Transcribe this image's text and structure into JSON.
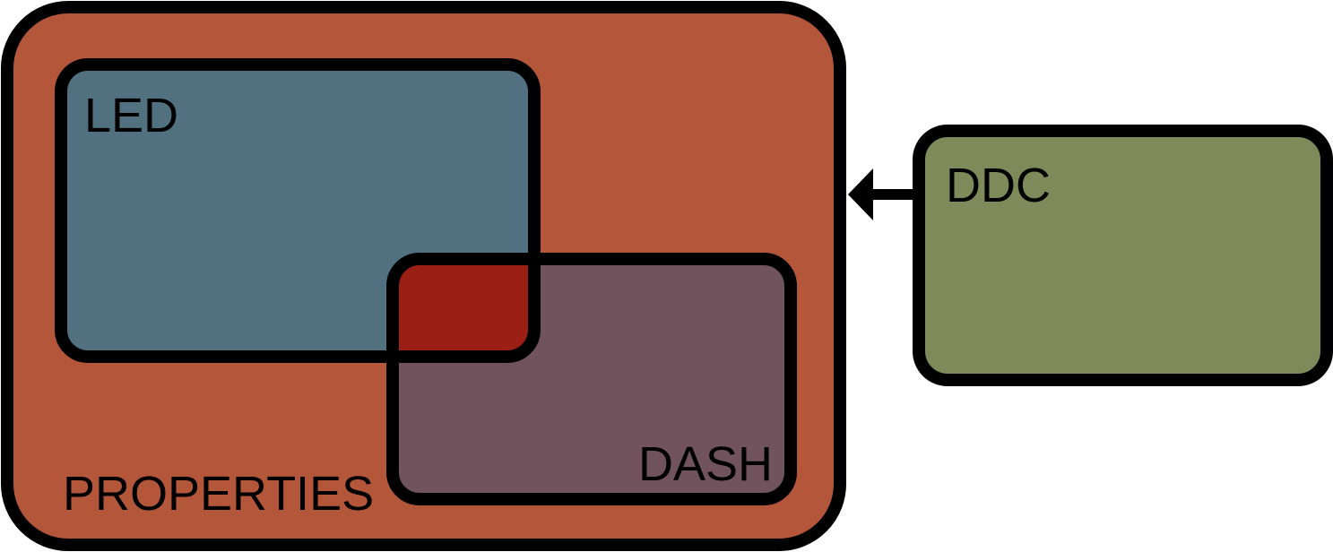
{
  "diagram": {
    "properties": {
      "label": "PROPERTIES",
      "color": "#B4563A"
    },
    "led": {
      "label": "LED",
      "color": "#517181"
    },
    "dash": {
      "label": "DASH",
      "color": "#70535C"
    },
    "overlap": {
      "color": "#9C1F15"
    },
    "ddc": {
      "label": "DDC",
      "color": "#7E8A59"
    },
    "stroke_color": "#000000",
    "arrow": {
      "from": "DDC",
      "to": "PROPERTIES"
    }
  }
}
